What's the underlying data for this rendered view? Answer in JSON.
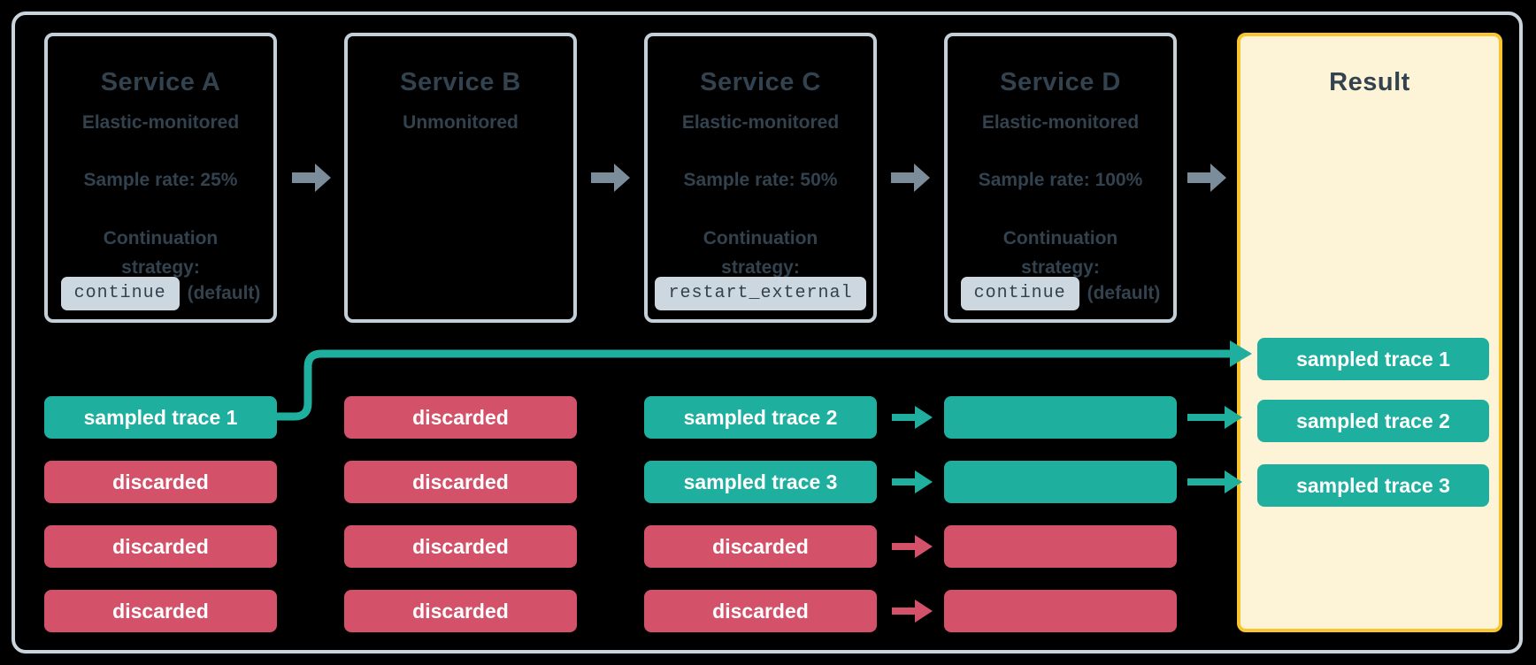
{
  "colors": {
    "background": "#000000",
    "outer_border": "#c9d4dd",
    "box_border": "#c3cfd9",
    "text_dark": "#33424f",
    "teal": "#1faf9f",
    "red": "#d4516a",
    "arrow_gray": "#7b8c9b",
    "chip_bg": "#ccd7e0",
    "result_bg": "#fdf3d7",
    "result_border": "#f9c52e",
    "pill_text": "#ffffff"
  },
  "icons": {
    "flow_arrow": "→"
  },
  "services": [
    {
      "title": "Service A",
      "subtitle": "Elastic-monitored",
      "sample_rate": "Sample rate: 25%",
      "strategy_line1": "Continuation",
      "strategy_line2": "strategy:",
      "code": "continue",
      "code_note": "(default)"
    },
    {
      "title": "Service B",
      "subtitle": "Unmonitored"
    },
    {
      "title": "Service C",
      "subtitle": "Elastic-monitored",
      "sample_rate": "Sample rate: 50%",
      "strategy_line1": "Continuation",
      "strategy_line2": "strategy:",
      "code": "restart_external"
    },
    {
      "title": "Service D",
      "subtitle": "Elastic-monitored",
      "sample_rate": "Sample rate: 100%",
      "strategy_line1": "Continuation",
      "strategy_line2": "strategy:",
      "code": "continue",
      "code_note": "(default)"
    }
  ],
  "result": {
    "title": "Result",
    "pills": [
      "sampled trace 1",
      "sampled trace 2",
      "sampled trace 3"
    ]
  },
  "traces": {
    "service_a": [
      "sampled trace 1",
      "discarded",
      "discarded",
      "discarded"
    ],
    "service_b": [
      "discarded",
      "discarded",
      "discarded",
      "discarded"
    ],
    "service_c": [
      "sampled trace 2",
      "sampled trace 3",
      "discarded",
      "discarded"
    ],
    "service_d": [
      "",
      "",
      "",
      ""
    ]
  }
}
